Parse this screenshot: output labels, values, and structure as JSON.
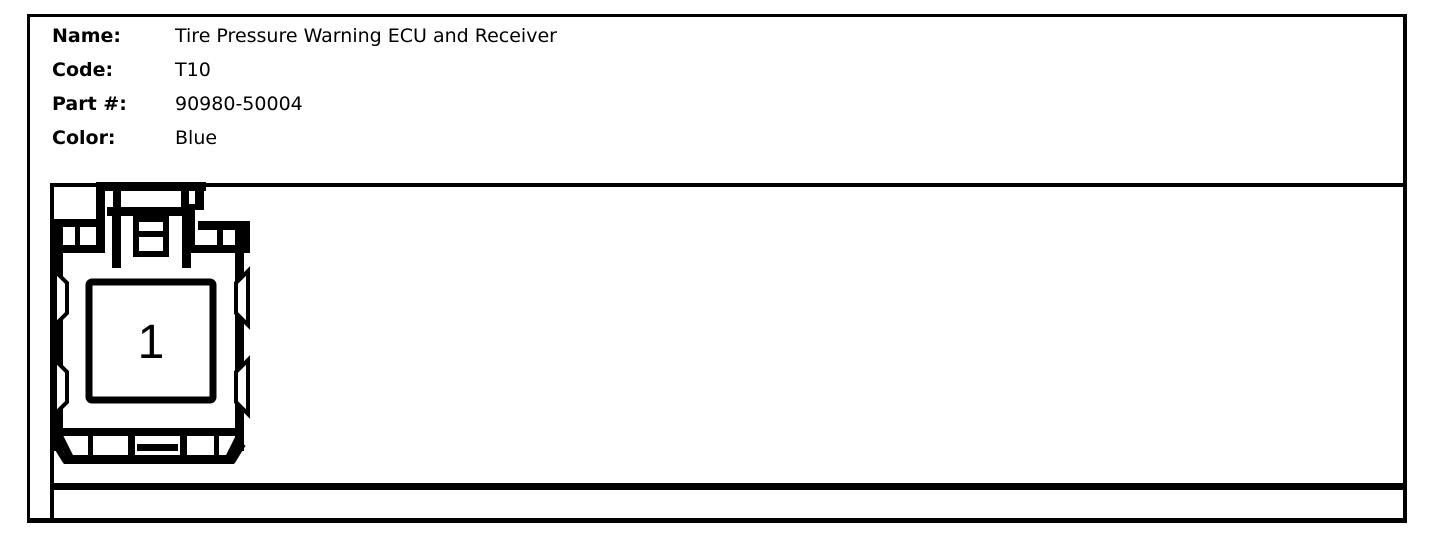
{
  "header": {
    "fields": [
      {
        "label": "Name:",
        "value": "Tire Pressure Warning ECU and Receiver"
      },
      {
        "label": "Code:",
        "value": "T10"
      },
      {
        "label": "Part #:",
        "value": "90980-50004"
      },
      {
        "label": "Color:",
        "value": "Blue"
      }
    ]
  },
  "diagram": {
    "pin_label": "1"
  },
  "colors": {
    "ink": "#000000",
    "paper": "#ffffff"
  }
}
